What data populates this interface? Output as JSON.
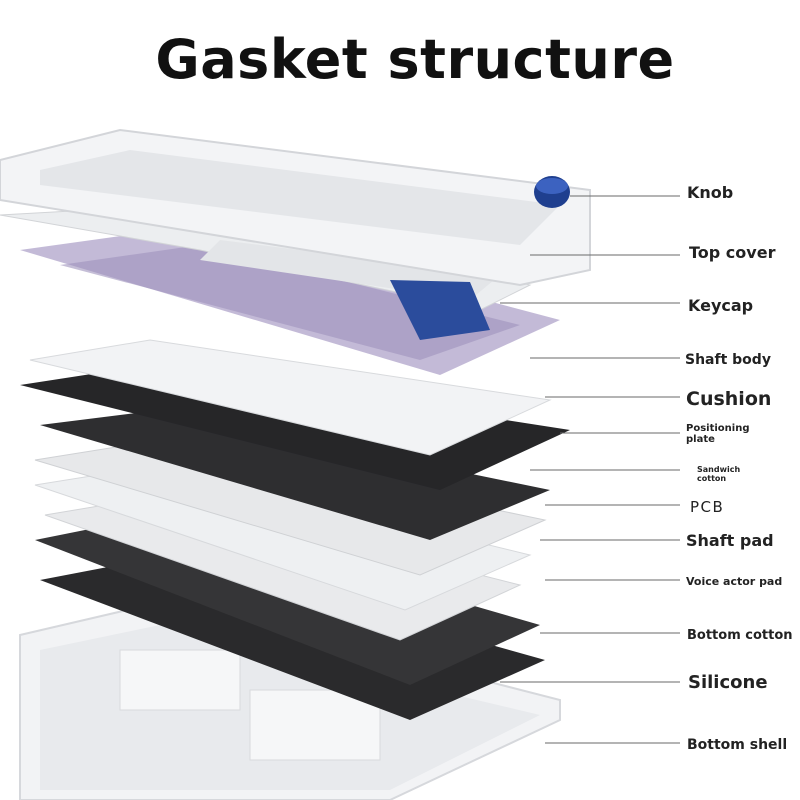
{
  "title": "Gasket structure",
  "labels": {
    "knob": "Knob",
    "top_cover": "Top cover",
    "keycap": "Keycap",
    "shaft_body": "Shaft body",
    "cushion": "Cushion",
    "positioning_plate": "Positioning plate",
    "sandwich_cotton": "Sandwich cotton",
    "pcb": "PCB",
    "shaft_pad": "Shaft pad",
    "voice_actor_pad": "Voice actor pad",
    "bottom_cotton": "Bottom cotton",
    "silicone": "Silicone",
    "bottom_shell": "Bottom shell"
  },
  "colors": {
    "shell": "#f3f4f6",
    "keycap_white": "#eceef0",
    "keycap_blue": "#2b4c9c",
    "switch_purple": "#a99bc4",
    "plate_black": "#2a2a2c",
    "pcb_light": "#e7e8ea",
    "leader_line": "#6a6a6a",
    "knob_blue": "#1f3f8f"
  }
}
